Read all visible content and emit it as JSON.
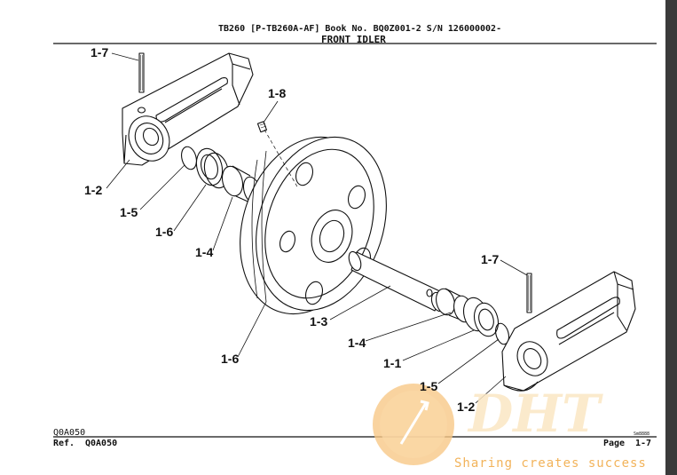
{
  "header": {
    "line1": "TB260  [P-TB260A-AF]  Book No. BQ0Z001-2  S/N 126000002-",
    "title": "FRONT IDLER"
  },
  "callouts": [
    {
      "id": "c1-7a",
      "text": "1-7"
    },
    {
      "id": "c1-8",
      "text": "1-8"
    },
    {
      "id": "c1-2a",
      "text": "1-2"
    },
    {
      "id": "c1-5a",
      "text": "1-5"
    },
    {
      "id": "c1-6a",
      "text": "1-6"
    },
    {
      "id": "c1-4a",
      "text": "1-4"
    },
    {
      "id": "c1-7b",
      "text": "1-7"
    },
    {
      "id": "c1-3",
      "text": "1-3"
    },
    {
      "id": "c1-4b",
      "text": "1-4"
    },
    {
      "id": "c1-6b",
      "text": "1-6"
    },
    {
      "id": "c1-1",
      "text": "1-1"
    },
    {
      "id": "c1-5b",
      "text": "1-5"
    },
    {
      "id": "c1-2b",
      "text": "1-2"
    }
  ],
  "footer": {
    "code": "Q0A050",
    "ref_label": "Ref.",
    "ref_value": "Q0A050",
    "page_label": "Page",
    "page_value": "1-7",
    "small_code": "Sm8888"
  },
  "watermark": {
    "logo_text": "DHT",
    "tagline": "Sharing creates success"
  }
}
